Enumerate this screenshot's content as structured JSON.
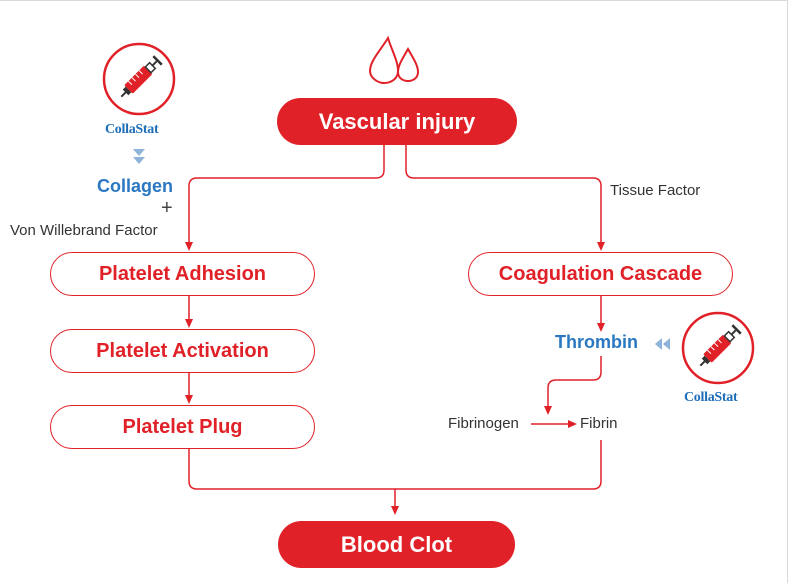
{
  "nodes": {
    "vascular_injury": "Vascular injury",
    "platelet_adhesion": "Platelet Adhesion",
    "platelet_activation": "Platelet Activation",
    "platelet_plug": "Platelet Plug",
    "coagulation_cascade": "Coagulation Cascade",
    "blood_clot": "Blood Clot"
  },
  "labels": {
    "collagen": "Collagen",
    "plus": "+",
    "von_willebrand": "Von Willebrand Factor",
    "tissue_factor": "Tissue Factor",
    "thrombin": "Thrombin",
    "fibrinogen": "Fibrinogen",
    "fibrin": "Fibrin"
  },
  "brand": {
    "left_logo": "CollaStat",
    "right_logo": "CollaStat"
  },
  "icons": {
    "top": "blood-drops-icon",
    "left_syringe": "syringe-icon",
    "right_syringe": "syringe-icon",
    "down_chevrons": "double-chevron-down-icon",
    "left_chevrons": "double-chevron-left-icon"
  },
  "colors": {
    "accent_red": "#e02128",
    "brand_blue": "#2a77c2",
    "chevron_blue": "#8fb3d9"
  }
}
